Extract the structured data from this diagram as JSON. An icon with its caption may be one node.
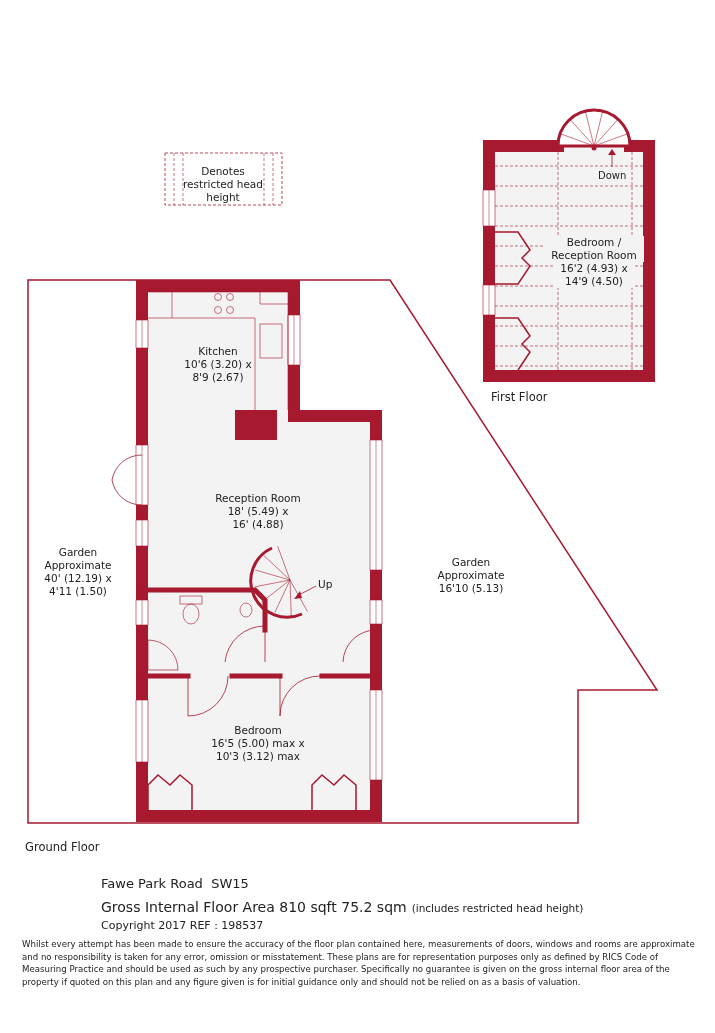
{
  "diagram": {
    "title": "Fawe Park Road  SW15",
    "nodes": [
      {
        "text": [
          "Kitchen",
          "10'6 (3.20) x 8'9 (2.67)"
        ]
      },
      {
        "text": [
          "Reception Room",
          "18' (5.49) x 16' (4.88)"
        ]
      },
      {
        "text": [
          "Bedroom",
          "16'5 (5.00) max x 10'3 (3.12) max"
        ]
      },
      {
        "text": [
          "Garden Approximate",
          "40' (12.19) x 4'11 (1.50)"
        ]
      },
      {
        "text": [
          "Garden Approximate",
          "16'10 (5.13)"
        ]
      },
      {
        "text": [
          "Bedroom / Reception Room",
          "16'2 (4.93) x 14'9 (4.50)"
        ]
      }
    ],
    "labels": [
      "Up",
      "Ground Floor",
      "Down",
      "First Floor",
      "Gross Internal Floor Area 810 sqft 75.2 sqm",
      "(includes restricted head height)",
      "Copyright 2017 REF : 198537",
      "Whilst every attempt has been made to ensure the accuracy of the floor plan contained here, measurements of doors, windows and rooms are approximate and no responsibility is taken for any error, omission or misstatement.  These plans are for representation purposes only as defined by RICS Code of Measuring Practice and should be used as such by any prospective purchaser.  Specifically no guarantee is given on the gross internal floor area of the property if quoted on this plan and any figure given is for initial guidance only and should not be relied on as a basis of valuation."
    ],
    "legend": [
      {
        "text": "Denotes restricted head height"
      }
    ]
  }
}
